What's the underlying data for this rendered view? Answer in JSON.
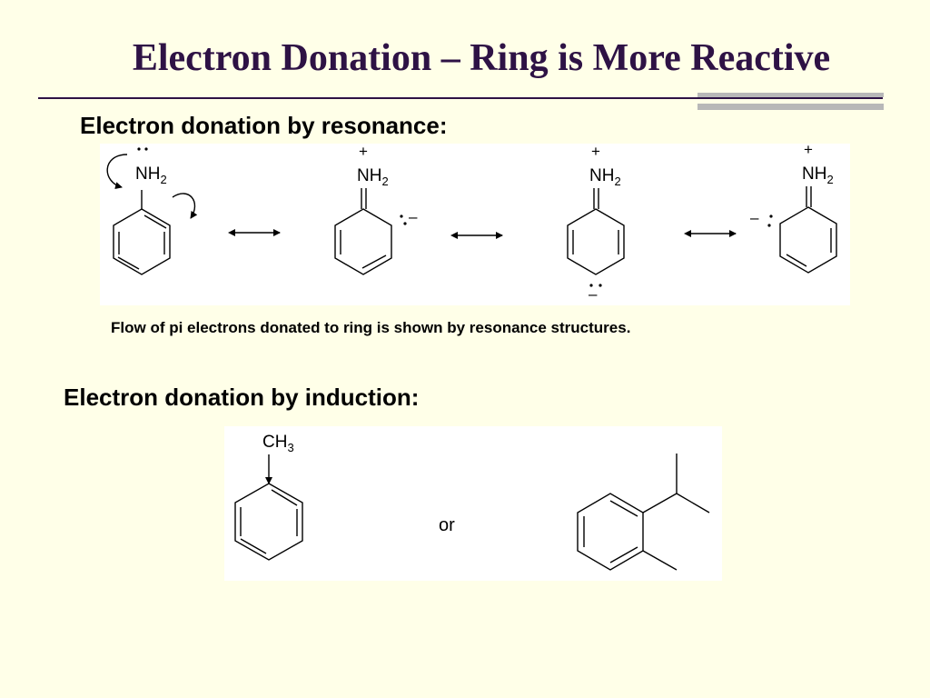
{
  "slide": {
    "title": "Electron Donation – Ring is More Reactive",
    "resonance_heading": "Electron donation by resonance:",
    "resonance_caption": "Flow of pi  electrons donated to ring is shown by resonance structures.",
    "induction_heading": "Electron donation by induction:"
  },
  "labels": {
    "nh": "NH",
    "sub2": "2",
    "plus": "+",
    "minus": "–",
    "ch": "CH",
    "sub3": "3",
    "or": "or"
  },
  "colors": {
    "title": "#2e1245",
    "background": "#ffffe8",
    "panel": "#ffffff",
    "rule_accent": "#b8b8b8"
  }
}
